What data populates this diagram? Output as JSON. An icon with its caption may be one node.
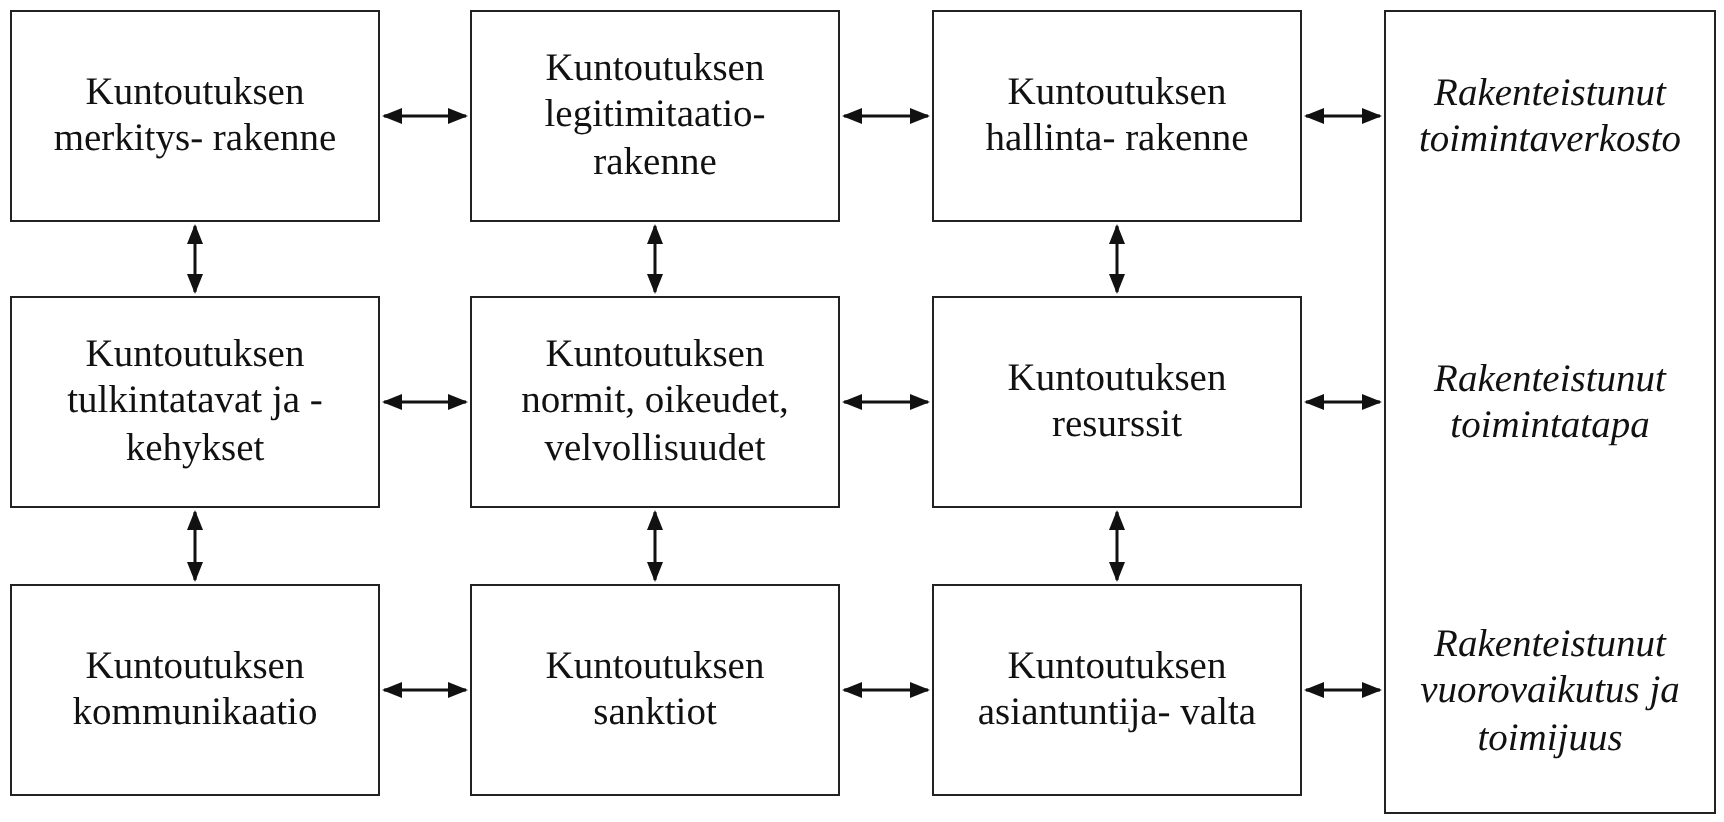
{
  "diagram": {
    "nodes": [
      {
        "text": [
          "Kuntoutuksen merkitys- rakenne"
        ]
      },
      {
        "text": [
          "Kuntoutuksen legitimitaatio- rakenne"
        ]
      },
      {
        "text": [
          "Kuntoutuksen hallinta- rakenne"
        ]
      },
      {
        "text": [
          "Kuntoutuksen tulkintatavat ja -kehykset"
        ]
      },
      {
        "text": [
          "Kuntoutuksen normit, oikeudet, velvollisuudet"
        ]
      },
      {
        "text": [
          "Kuntoutuksen resurssit"
        ]
      },
      {
        "text": [
          "Kuntoutuksen kommunikaatio"
        ]
      },
      {
        "text": [
          "Kuntoutuksen sanktiot"
        ]
      },
      {
        "text": [
          "Kuntoutuksen asiantuntija- valta"
        ]
      },
      {
        "text": [
          "Rakenteistunut toimintaverkosto",
          "Rakenteistunut toimintatapa",
          "Rakenteistunut vuorovaikutus ja toimijuus"
        ]
      }
    ],
    "edges": [
      {
        "from": 0,
        "to": 1,
        "arrow": "both"
      },
      {
        "from": 1,
        "to": 2,
        "arrow": "both"
      },
      {
        "from": 2,
        "to": 9,
        "arrow": "both"
      },
      {
        "from": 0,
        "to": 3,
        "arrow": "both"
      },
      {
        "from": 1,
        "to": 4,
        "arrow": "both"
      },
      {
        "from": 2,
        "to": 5,
        "arrow": "both"
      },
      {
        "from": 3,
        "to": 4,
        "arrow": "both"
      },
      {
        "from": 4,
        "to": 5,
        "arrow": "both"
      },
      {
        "from": 5,
        "to": 9,
        "arrow": "both"
      },
      {
        "from": 3,
        "to": 6,
        "arrow": "both"
      },
      {
        "from": 4,
        "to": 7,
        "arrow": "both"
      },
      {
        "from": 5,
        "to": 8,
        "arrow": "both"
      },
      {
        "from": 6,
        "to": 7,
        "arrow": "both"
      },
      {
        "from": 7,
        "to": 8,
        "arrow": "both"
      },
      {
        "from": 8,
        "to": 9,
        "arrow": "both"
      }
    ]
  }
}
